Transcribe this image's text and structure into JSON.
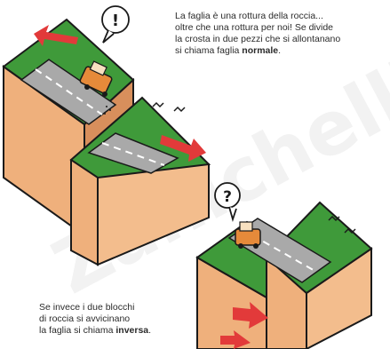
{
  "caption_top": {
    "line1": "La faglia è una rottura della roccia...",
    "line2": "oltre che una rottura per noi! Se divide",
    "line3": "la crosta in due pezzi che si allontanano",
    "line4_prefix": "si chiama faglia ",
    "line4_bold": "normale",
    "line4_suffix": "."
  },
  "caption_bottom": {
    "line1": "Se invece i due blocchi",
    "line2": "di roccia si avvicinano",
    "line3_prefix": "la faglia si chiama ",
    "line3_bold": "inversa",
    "line3_suffix": "."
  },
  "speech_top": "!",
  "speech_bottom": "?",
  "watermark": "Zanichelli",
  "colors": {
    "grass": "#3f9a3a",
    "rock": "#efb07c",
    "rock_shade": "#d88f5c",
    "road": "#a9a9a9",
    "arrow": "#e23a3a",
    "ink": "#1a1a1a",
    "car": "#e68a3a"
  }
}
